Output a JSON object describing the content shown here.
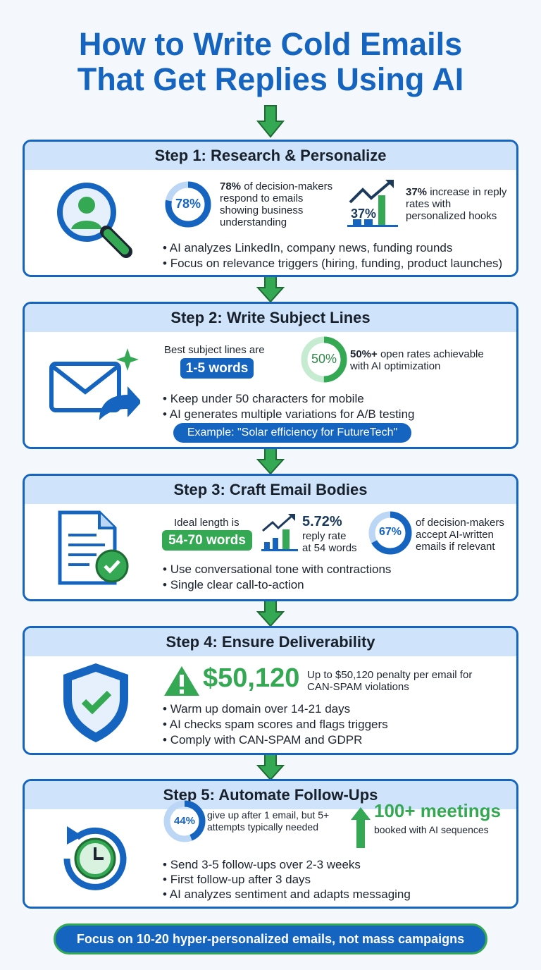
{
  "title": [
    "How to Write Cold Emails",
    "That Get Replies Using AI"
  ],
  "colors": {
    "blue": "#1565c0",
    "green": "#34a853",
    "header": "#cfe3fa"
  },
  "steps": [
    {
      "title": "Step 1: Research & Personalize",
      "icon": "magnifier-person-icon",
      "stat1": {
        "value": "78%",
        "percent": 78,
        "text_bold": "78%",
        "text": " of decision-makers respond to emails showing business understanding"
      },
      "stat2": {
        "value": "37%",
        "text_bold": "37%",
        "text": " increase in reply rates with personalized hooks"
      },
      "bullets": [
        "AI analyzes LinkedIn, company news, funding rounds",
        "Focus on relevance triggers (hiring, funding, product launches)"
      ]
    },
    {
      "title": "Step 2: Write Subject Lines",
      "icon": "envelope-sparkle-icon",
      "lead": "Best subject lines are",
      "badge": "1-5 words",
      "stat": {
        "value": "50%",
        "percent": 50,
        "text_bold": "50%+",
        "text": " open rates achievable with AI optimization"
      },
      "bullets": [
        "Keep under 50 characters for mobile",
        "AI generates multiple variations for A/B testing"
      ],
      "example": "Example: \"Solar efficiency for FutureTech\""
    },
    {
      "title": "Step 3: Craft Email Bodies",
      "icon": "document-check-icon",
      "lead": "Ideal length is",
      "badge": "54-70 words",
      "stat1": {
        "value": "5.72%",
        "line1": "reply rate",
        "line2": "at 54 words"
      },
      "stat2": {
        "value": "67%",
        "percent": 67,
        "text": "of decision-makers accept AI-written emails if relevant"
      },
      "bullets": [
        "Use conversational tone with contractions",
        "Single clear call-to-action"
      ]
    },
    {
      "title": "Step 4: Ensure Deliverability",
      "icon": "shield-check-icon",
      "penalty": "$50,120",
      "penalty_text": "Up to $50,120 penalty per email for CAN-SPAM violations",
      "bullets": [
        "Warm up domain over 14-21 days",
        "AI checks spam scores and flags triggers",
        "Comply with CAN-SPAM and GDPR"
      ]
    },
    {
      "title": "Step 5: Automate Follow-Ups",
      "icon": "clock-refresh-icon",
      "stat1": {
        "value": "44%",
        "percent": 44,
        "text": "give up after 1 email, but 5+ attempts typically needed"
      },
      "stat2": {
        "value": "100+ meetings",
        "text": "booked with AI sequences"
      },
      "bullets": [
        "Send 3-5 follow-ups over 2-3 weeks",
        "First follow-up after 3 days",
        "AI analyzes sentiment and adapts messaging"
      ]
    }
  ],
  "footer": "Focus on 10-20 hyper-personalized emails, not mass campaigns"
}
